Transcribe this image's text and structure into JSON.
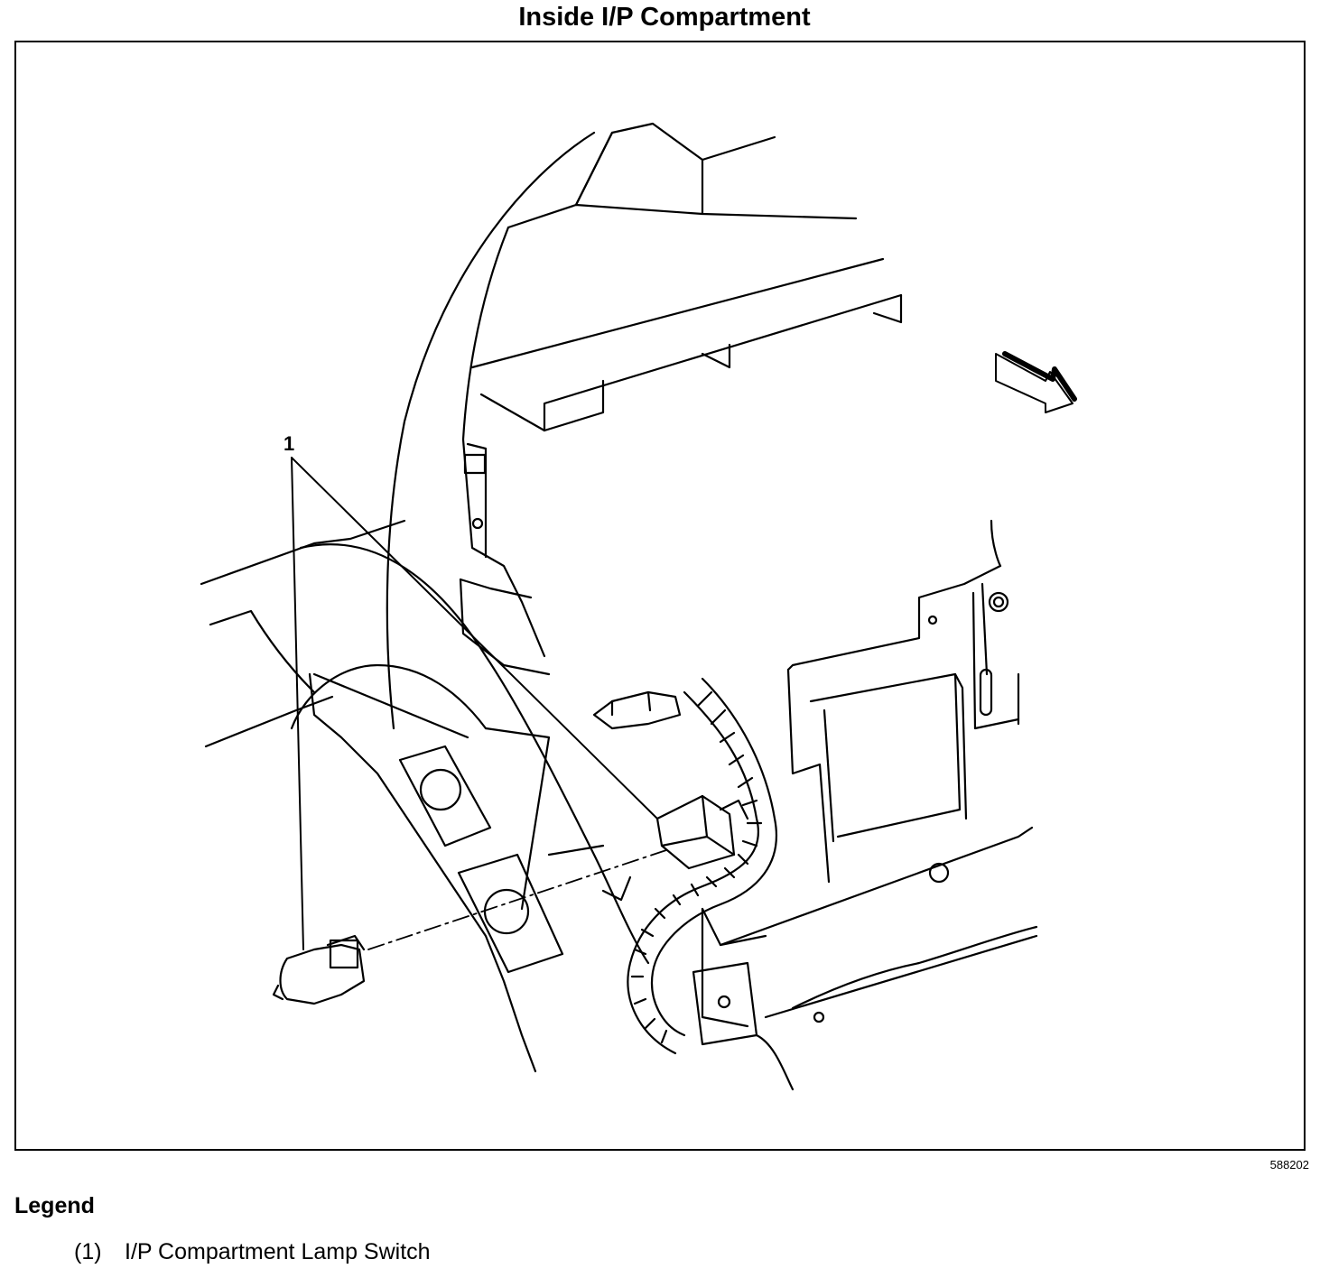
{
  "title": "Inside I/P Compartment",
  "figure_id": "588202",
  "callout": "1",
  "legend": {
    "title": "Legend",
    "items": [
      {
        "number": "(1)",
        "label": "I/P Compartment Lamp Switch"
      }
    ]
  }
}
